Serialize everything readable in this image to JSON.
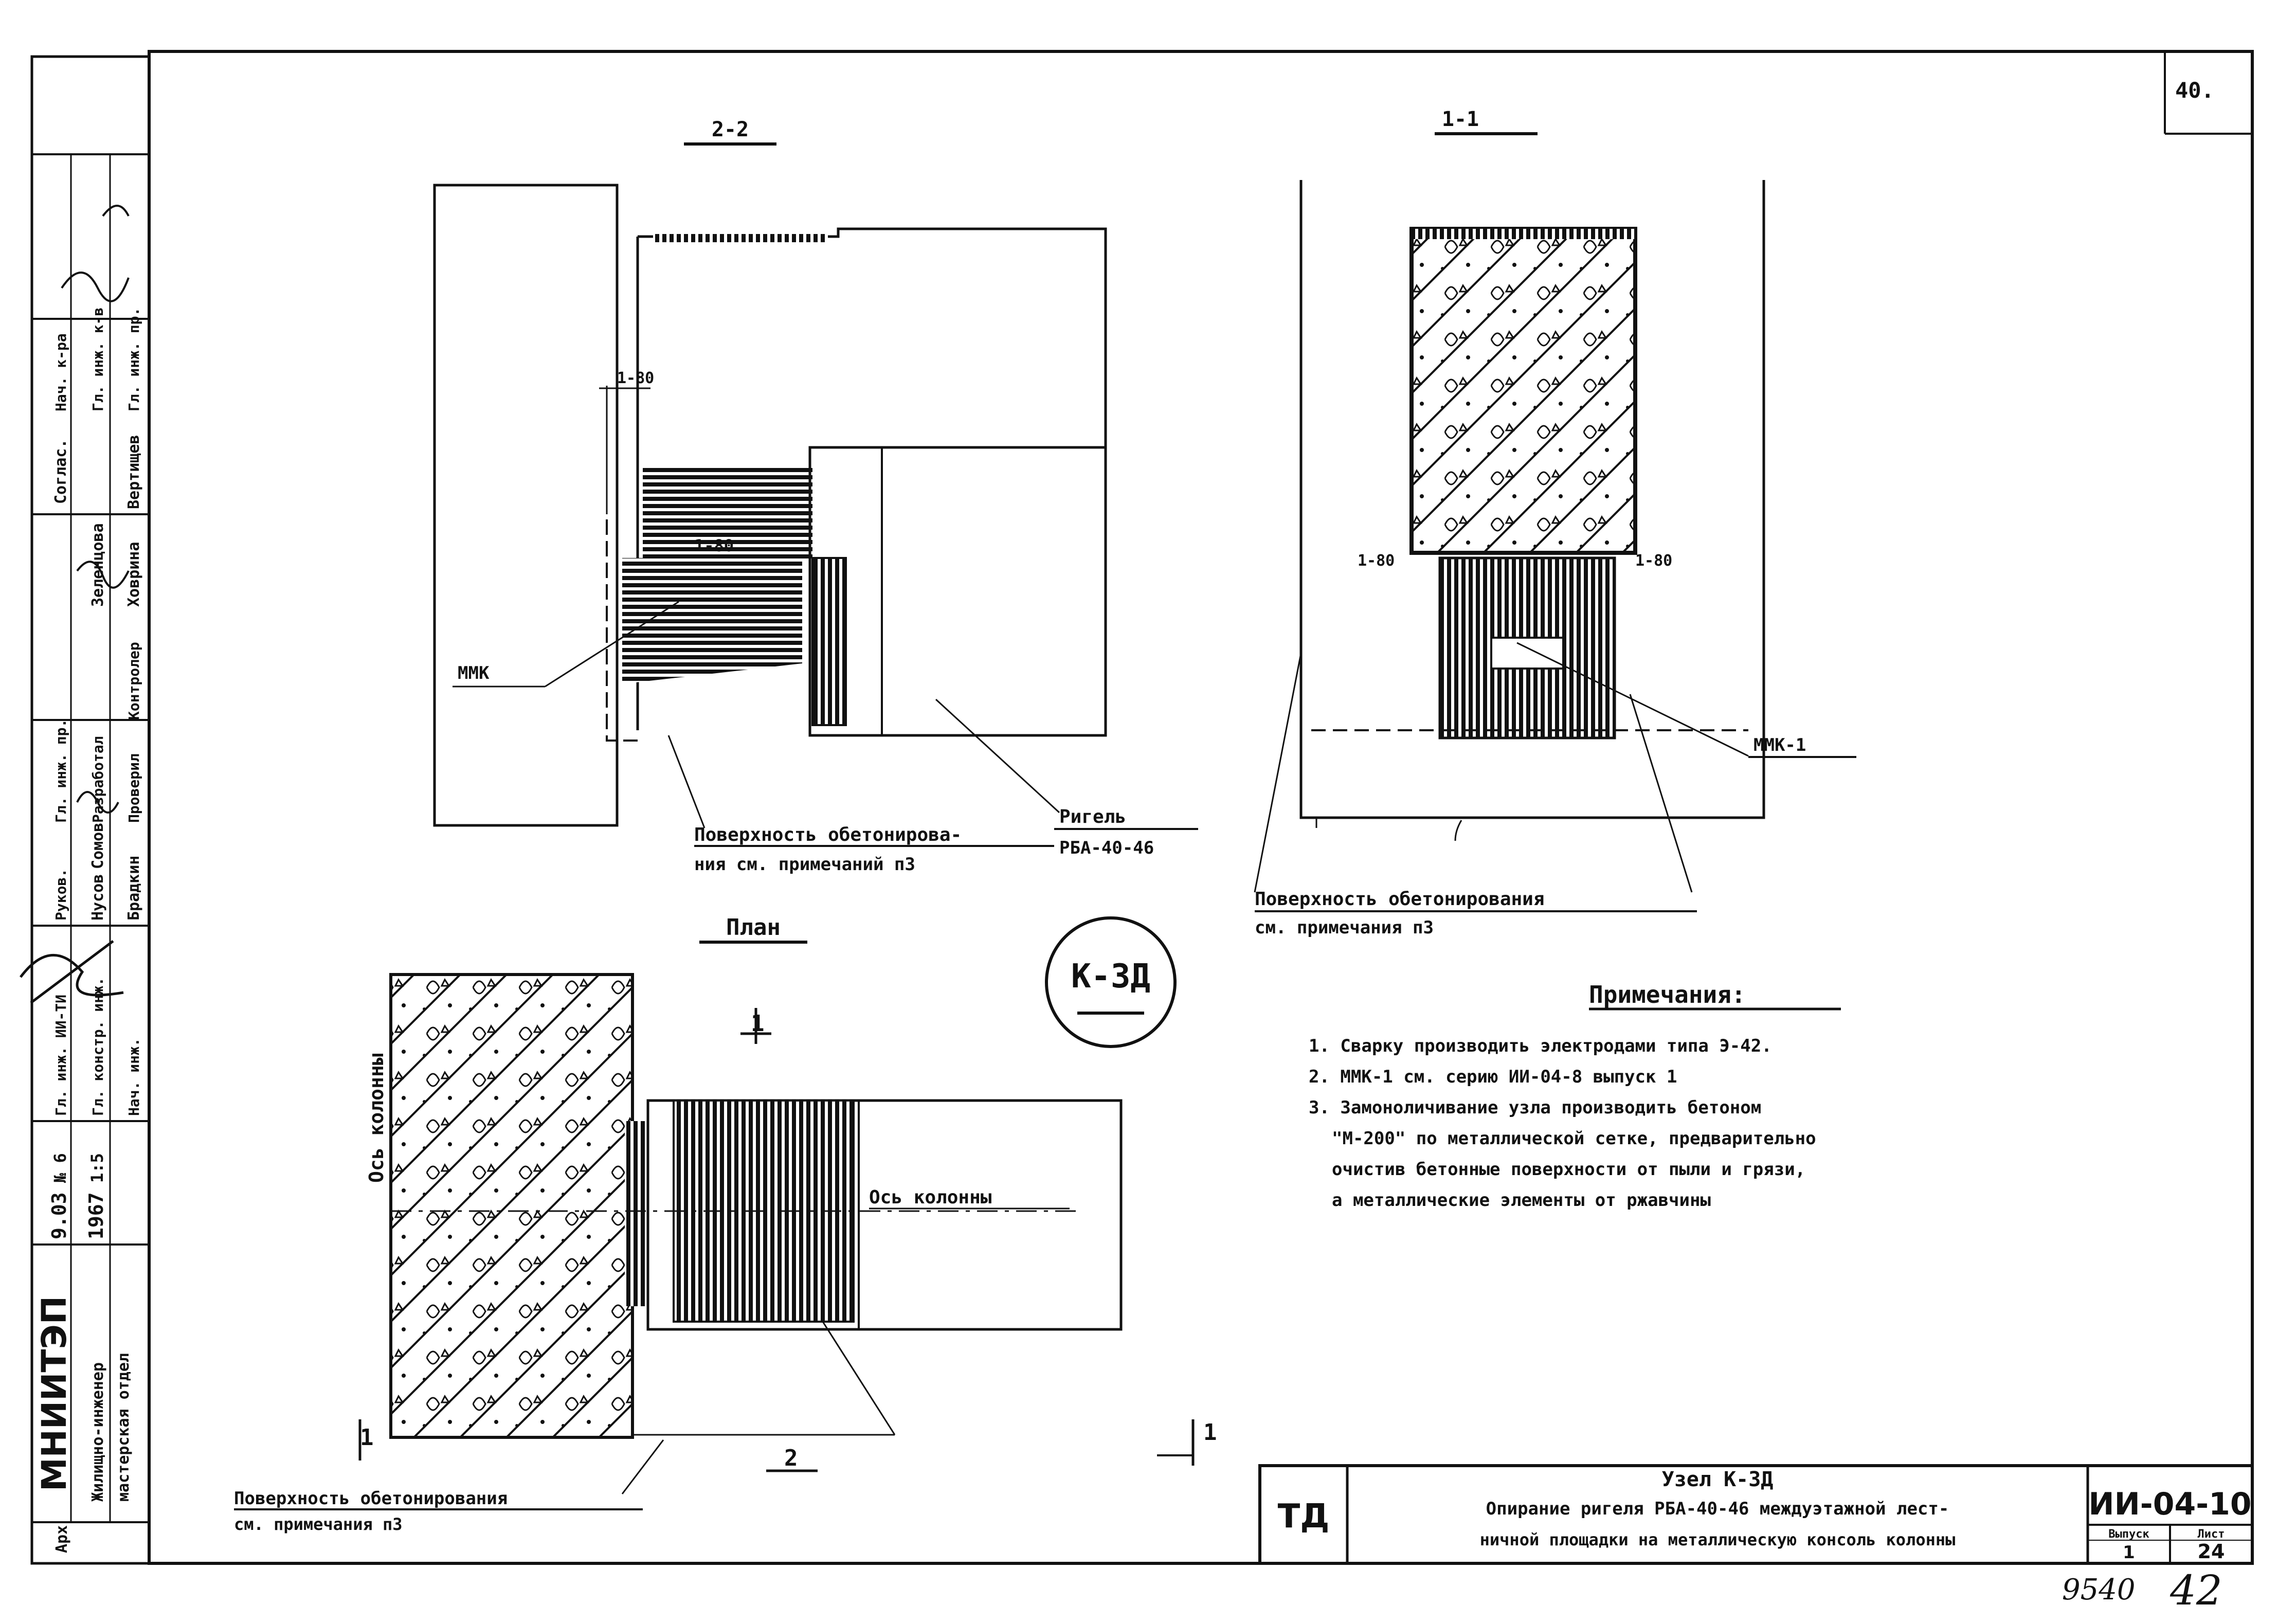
{
  "sheet": {
    "page_number": "40.",
    "stamp_bottom_left": "9540",
    "stamp_bottom_right": "42"
  },
  "section_a": {
    "label": "2-2"
  },
  "section_b": {
    "label": "1-1"
  },
  "plan": {
    "label": "План"
  },
  "node_badge": {
    "label": "К-3Д"
  },
  "labels": {
    "dim_top": "1-80",
    "dim_mid": "1-80",
    "mmk_left": "ММК",
    "surface_a_line1": "Поверхность обетонирова-",
    "surface_a_line2": "ния см. примечаний п3",
    "rigel_line1": "Ригель",
    "rigel_line2": "РБА-40-46",
    "dim_b_left": "1-80",
    "dim_b_right": "1-80",
    "mmk_b": "ММК-1",
    "surface_b_line1": "Поверхность обетонирования",
    "surface_b_line2": "см. примечания п3",
    "axis_column_vertical": "Ось колонны",
    "axis_column_horizontal": "Ось колонны",
    "cut_top_plan": "1",
    "cut_bottom_plan": "2",
    "cut_left_plan": "1",
    "cut_right_plan": "1",
    "surface_plan_line1": "Поверхность обетонирования",
    "surface_plan_line2": "см. примечания п3"
  },
  "notes": {
    "title": "Примечания:",
    "items": [
      "1. Сварку производить электродами типа Э-42.",
      "2. ММК-1 см. серию ИИ-04-8 выпуск 1",
      "3. Замоноличивание узла производить бетоном",
      "\"М-200\" по металлической сетке, предварительно",
      "очистив бетонные поверхности от пыли и грязи,",
      "а металлические элементы от ржавчины"
    ]
  },
  "title_block": {
    "td": "ТД",
    "title_line1": "Узел К-3Д",
    "title_line2": "Опирание ригеля РБА-40-46 междуэтажной лест-",
    "title_line3": "ничной площадки на металлическую консоль колонны",
    "series": "ИИ-04-10",
    "issue_label": "Выпуск",
    "issue_value": "1",
    "sheet_label": "Лист",
    "sheet_value": "24"
  },
  "side_stamp": {
    "org": "МНИИТЭП",
    "dept_line1": "Жилищно-инженер",
    "dept_line2": "мастерская отдел",
    "arch": "Арх",
    "date1": "9.03",
    "date2": "1967",
    "no": "№ 6",
    "scale": "1:5",
    "roles": [
      "Гл. инж. ИИ-ТИ",
      "Гл. констр. инж.",
      "Нач. инж.",
      "Руков.",
      "Гл. инж. пр.",
      "Разработал",
      "Проверил",
      "Контролер"
    ],
    "names": [
      "Нусов",
      "Сомов",
      "Брадкин",
      "Зеленцова",
      "Ховрина",
      "Вертищев"
    ],
    "agreed": "Соглас.",
    "agreed_roles": [
      "Нач. к-ра",
      "Гл. инж. к-в",
      "Гл. инж. пр."
    ]
  },
  "colors": {
    "ink": "#111111",
    "paper": "#ffffff"
  }
}
